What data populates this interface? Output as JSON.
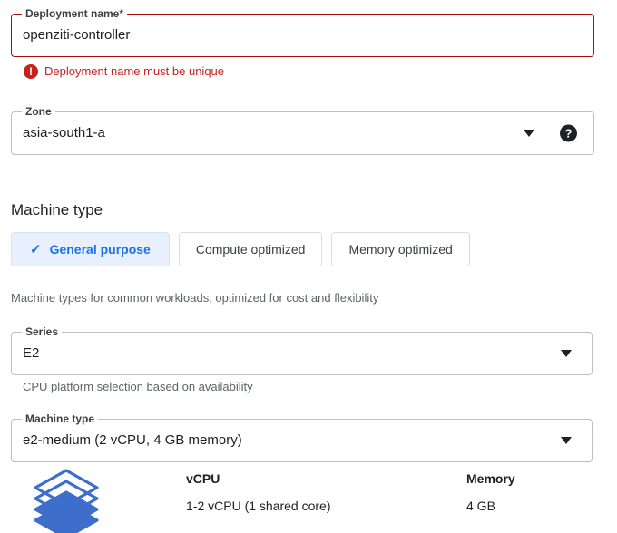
{
  "deployment_name": {
    "label": "Deployment name",
    "required_marker": "*",
    "value": "openziti-controller",
    "error": {
      "icon": "error-icon",
      "message": "Deployment name must be unique"
    }
  },
  "zone": {
    "label": "Zone",
    "value": "asia-south1-a",
    "caret_icon": "chevron-down-icon",
    "help_icon": "help-icon",
    "help_glyph": "?"
  },
  "machine_type_section": {
    "heading": "Machine type",
    "chips": [
      {
        "label": "General purpose",
        "selected": true,
        "check_glyph": "✓"
      },
      {
        "label": "Compute optimized",
        "selected": false
      },
      {
        "label": "Memory optimized",
        "selected": false
      }
    ],
    "chips_hint": "Machine types for common workloads, optimized for cost and flexibility",
    "series": {
      "label": "Series",
      "value": "E2",
      "caret_icon": "chevron-down-icon",
      "hint": "CPU platform selection based on availability"
    },
    "machine_type": {
      "label": "Machine type",
      "value": "e2-medium (2 vCPU, 4 GB memory)",
      "caret_icon": "chevron-down-icon"
    },
    "specs": {
      "icon": "layers-icon",
      "columns": [
        {
          "header": "vCPU",
          "value": "1-2 vCPU (1 shared core)"
        },
        {
          "header": "Memory",
          "value": "4 GB"
        }
      ]
    }
  },
  "colors": {
    "error_red": "#c5221f",
    "error_border": "#a50e0e",
    "accent_blue": "#1a73e8",
    "chip_selected_bg": "#e8f0fe",
    "icon_blue": "#3d6ecb",
    "text_primary": "#202124",
    "text_secondary": "#5f6368",
    "field_border": "#bdc1c6"
  }
}
